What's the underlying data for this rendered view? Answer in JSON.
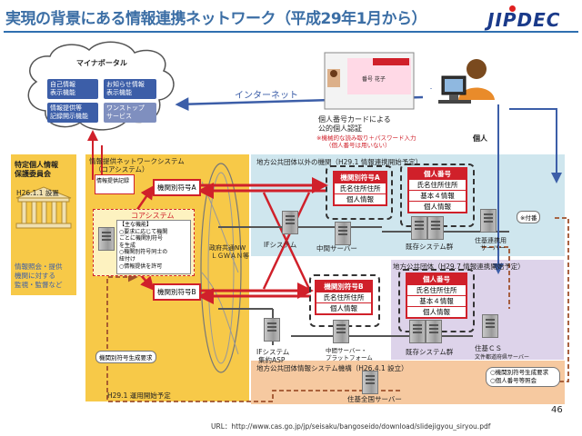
{
  "header": {
    "title": "実現の背景にある情報連携ネットワーク（平成29年1月から）",
    "logo": "JIPDEC"
  },
  "portal": {
    "title": "マイナポータル",
    "tiles": [
      "自己情報\n表示機能",
      "お知らせ情報\n表示機能",
      "情報提供等\n記録開示機能",
      "ワンストップ\nサービス"
    ]
  },
  "internet_label": "インターネット",
  "person": {
    "label": "個人",
    "auth_line1": "個人番号カードによる",
    "auth_line2": "公的個人認証",
    "auth_note1": "※機械的な読み取り＋パスワード入力",
    "auth_note2": "（個人番号は用いない）",
    "card_name": "番号 花子"
  },
  "commission": {
    "title_line1": "特定個人情報",
    "title_line2": "保護委員会",
    "established": "H26.1.1 設置",
    "desc_line1": "情報照会・提供",
    "desc_line2": "機関に対する",
    "desc_line3": "監視・監督など"
  },
  "core": {
    "title_line1": "情報提供ネットワークシステム",
    "title_line2": "（コアシステム）",
    "record_label": "情報提供記録",
    "sub_title": "コアシステム",
    "functions": [
      "【主な機能】",
      "○要求に応じて機関",
      "ごとに機関別符号",
      "を生成",
      "○機関別符号同士の",
      "紐付け",
      "○情報提供を許可"
    ],
    "start": "H29.1 運用開始予定",
    "code_a": "機関別符号A",
    "code_b": "機関別符号B",
    "request_label": "機関別符号生成要求"
  },
  "network": {
    "label_line1": "政府共通NW",
    "label_line2": "ＬＧＷＡＮ等"
  },
  "national": {
    "title": "地方公共団体以外の機関（H29.1 情報連携開始予定）",
    "code_box": [
      "機関別符号A",
      "氏名住所住所",
      "個人情報"
    ],
    "mynumber_box": [
      "個人番号",
      "氏名住所住所",
      "基本４情報",
      "個人情報"
    ],
    "if_system": "IFシステム",
    "middle_server": "中間サーバー",
    "existing": "既存システム群",
    "linked_server_line1": "住基連携用",
    "linked_server_line2": "サーバー",
    "attach_label": "※付番"
  },
  "local": {
    "title": "地方公共団体（H29.7 情報連携開始予定）",
    "code_box": [
      "機関別符号B",
      "氏名住所住所",
      "個人情報"
    ],
    "mynumber_box": [
      "個人番号",
      "氏名住所住所",
      "基本４情報",
      "個人情報"
    ],
    "if_system_line1": "IFシステム",
    "if_system_line2": "集約ASP",
    "middle_server_line1": "中間サーバー・",
    "middle_server_line2": "プラットフォーム",
    "existing": "既存システム群",
    "cs": "住基ＣＳ",
    "prefecture_server": "文件都道府県サーバー"
  },
  "jlis": {
    "title": "地方公共団体情報システム機構（H26.4.1 設立）",
    "server": "住基全国サーバー",
    "request_line1": "○機関別符号生成要求",
    "request_line2": "○個人番号等照会"
  },
  "footer": {
    "url": "URL：http://www.cas.go.jp/jp/seisaku/bangoseido/download/slidejigyou_siryou.pdf",
    "page": "46"
  },
  "colors": {
    "title": "#3b6ea5",
    "core_bg": "#f7c948",
    "national_bg": "#cfe6ee",
    "local_bg": "#ddd3ea",
    "jlis_bg": "#f6c9a0",
    "red": "#d0202a",
    "tile_blue": "#3c5ea8"
  }
}
